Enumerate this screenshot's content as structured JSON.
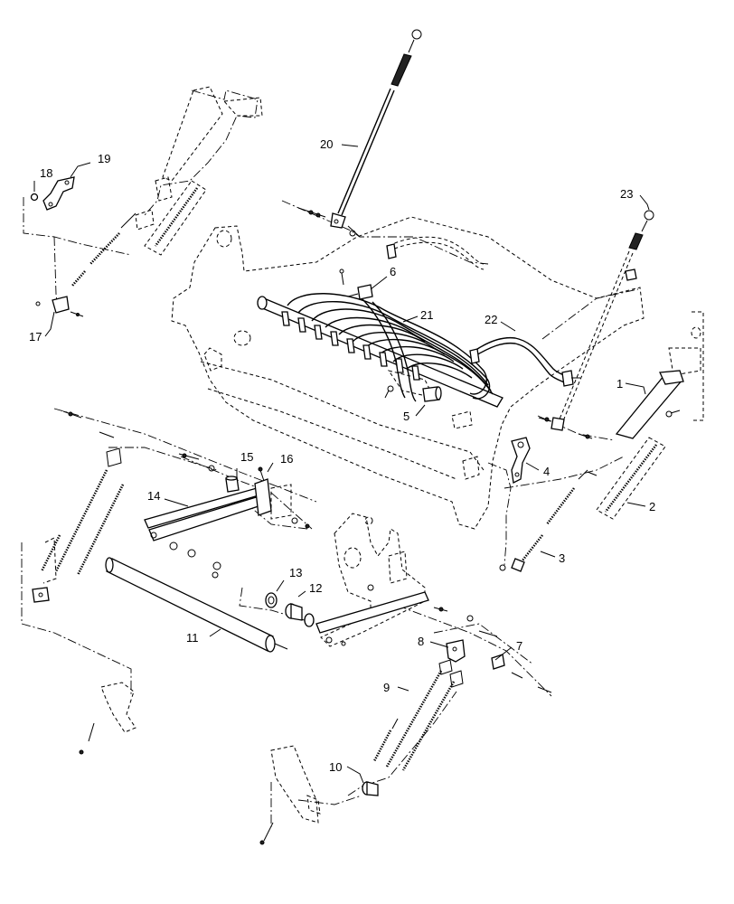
{
  "figure": {
    "type": "exploded-parts-diagram",
    "callouts": [
      "1",
      "2",
      "3",
      "4",
      "5",
      "6",
      "7",
      "8",
      "9",
      "10",
      "11",
      "12",
      "13",
      "14",
      "15",
      "16",
      "17",
      "18",
      "19",
      "20",
      "21",
      "22",
      "23"
    ]
  }
}
